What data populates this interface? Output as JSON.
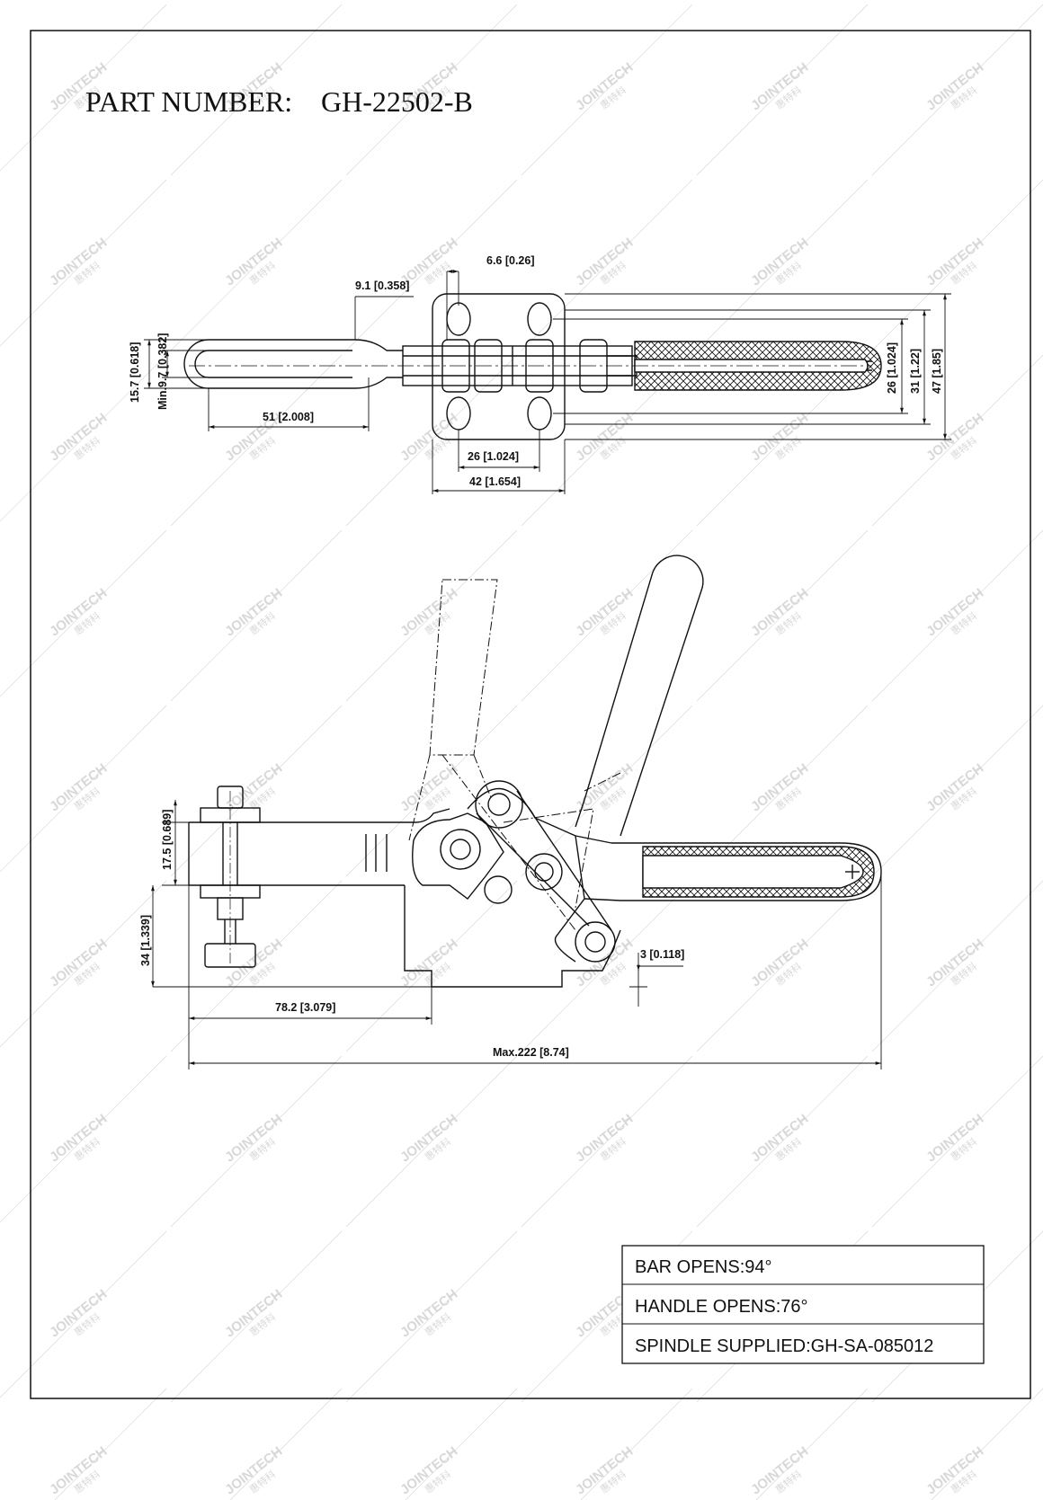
{
  "title": {
    "label": "PART NUMBER:",
    "part_number": "GH-22502-B"
  },
  "watermark": {
    "brand": "JOINTECH",
    "brand_cn": "惠特科"
  },
  "top_view_dims": {
    "d_6_6": "6.6 [0.26]",
    "d_9_1": "9.1 [0.358]",
    "d_15_7": "15.7 [0.618]",
    "d_min_9_7": "Min.9.7 [0.382]",
    "d_51": "51 [2.008]",
    "d_26_base": "26 [1.024]",
    "d_42": "42 [1.654]",
    "d_26_right": "26 [1.024]",
    "d_31": "31 [1.22]",
    "d_47": "47 [1.85]"
  },
  "side_view_dims": {
    "d_17_5": "17.5 [0.689]",
    "d_34": "34 [1.339]",
    "d_3": "3 [0.118]",
    "d_78_2": "78.2 [3.079]",
    "d_max_222": "Max.222 [8.74]"
  },
  "specs": {
    "bar_opens": "BAR OPENS:94°",
    "handle_opens": "HANDLE OPENS:76°",
    "spindle": "SPINDLE SUPPLIED:GH-SA-085012"
  },
  "colors": {
    "line": "#111111",
    "watermark": "#b9b9b9"
  }
}
